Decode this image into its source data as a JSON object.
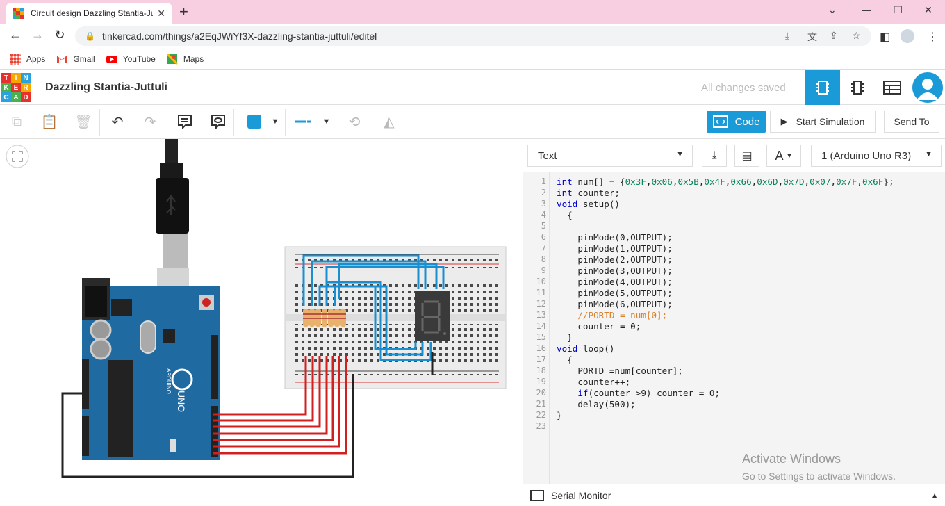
{
  "browser": {
    "tab_title": "Circuit design Dazzling Stantia-Ju",
    "tab_close": "✕",
    "new_tab": "+",
    "url": "tinkercad.com/things/a2EqJWiYf3X-dazzling-stantia-juttuli/editel",
    "window_minimize": "⌄",
    "window_min": "—",
    "window_restore": "❐",
    "window_close": "✕"
  },
  "bookmarks": [
    {
      "label": "Apps",
      "icon": "apps-grid-icon"
    },
    {
      "label": "Gmail",
      "icon": "gmail-icon"
    },
    {
      "label": "YouTube",
      "icon": "youtube-icon"
    },
    {
      "label": "Maps",
      "icon": "maps-icon"
    }
  ],
  "tinkercad": {
    "logo_letters": [
      "T",
      "I",
      "N",
      "K",
      "E",
      "R",
      "C",
      "A",
      "D"
    ],
    "logo_colors": [
      "#e5322d",
      "#f7a800",
      "#2aa3dc",
      "#4bb04f",
      "#e5322d",
      "#f7a800",
      "#2aa3dc",
      "#4bb04f",
      "#e5322d"
    ],
    "project_title": "Dazzling Stantia-Juttuli",
    "save_status": "All changes saved",
    "accent": "#1a9ad6"
  },
  "toolbar": {
    "code_label": "Code",
    "start_sim_label": "Start Simulation",
    "send_to_label": "Send To"
  },
  "code_panel": {
    "mode": "Text",
    "device": "1 (Arduino Uno R3)",
    "serial_monitor": "Serial Monitor",
    "lines": [
      "int num[] = {0x3F,0x06,0x5B,0x4F,0x66,0x6D,0x7D,0x07,0x7F,0x6F};",
      "int counter;",
      "void setup()",
      "  {",
      "",
      "    pinMode(0,OUTPUT);",
      "    pinMode(1,OUTPUT);",
      "    pinMode(2,OUTPUT);",
      "    pinMode(3,OUTPUT);",
      "    pinMode(4,OUTPUT);",
      "    pinMode(5,OUTPUT);",
      "    pinMode(6,OUTPUT);",
      "    //PORTD = num[0];",
      "    counter = 0;",
      "  }",
      "void loop()",
      "  {",
      "    PORTD =num[counter];",
      "    counter++;",
      "    if(counter >9) counter = 0;",
      "    delay(500);",
      "}",
      ""
    ]
  },
  "watermark": {
    "title": "Activate Windows",
    "subtitle": "Go to Settings to activate Windows."
  }
}
